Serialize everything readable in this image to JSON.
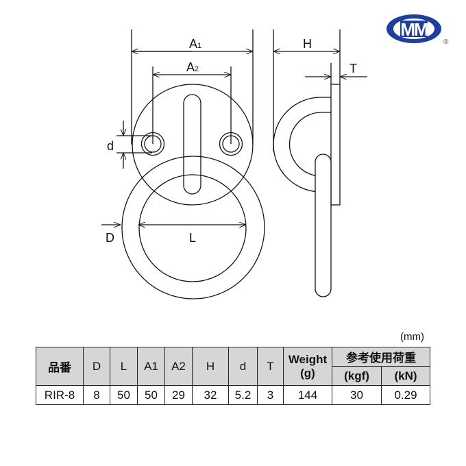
{
  "logo": {
    "text": "MM",
    "registered": "®",
    "color": "#1f3f9c"
  },
  "drawing": {
    "labels": {
      "A1": "A",
      "A1_sub": "1",
      "A2": "A",
      "A2_sub": "2",
      "d": "d",
      "D": "D",
      "L": "L",
      "H": "H",
      "T": "T"
    }
  },
  "table": {
    "unit": "(mm)",
    "headers": {
      "part": "品番",
      "D": "D",
      "L": "L",
      "A1": "A1",
      "A2": "A2",
      "H": "H",
      "d": "d",
      "T": "T",
      "weight": "Weight",
      "weight_unit": "(g)",
      "load": "参考使用荷重",
      "load_kgf": "(kgf)",
      "load_kn": "(kN)"
    },
    "rows": [
      {
        "part": "RIR-8",
        "D": "8",
        "L": "50",
        "A1": "50",
        "A2": "29",
        "H": "32",
        "d": "5.2",
        "T": "3",
        "weight": "144",
        "kgf": "30",
        "kn": "0.29"
      }
    ]
  }
}
